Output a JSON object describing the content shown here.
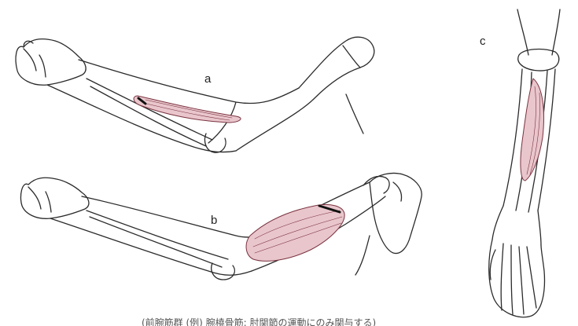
{
  "figure": {
    "panel_labels": {
      "a": "a",
      "b": "b",
      "c": "c"
    },
    "caption": "(前腕筋群 (例) 腕橈骨筋: 肘関節の運動にのみ関与する)",
    "colors": {
      "muscle_fill": "#e9c6cc",
      "muscle_line": "#7a3340",
      "outline": "#2b2b2b",
      "background": "#ffffff"
    }
  }
}
